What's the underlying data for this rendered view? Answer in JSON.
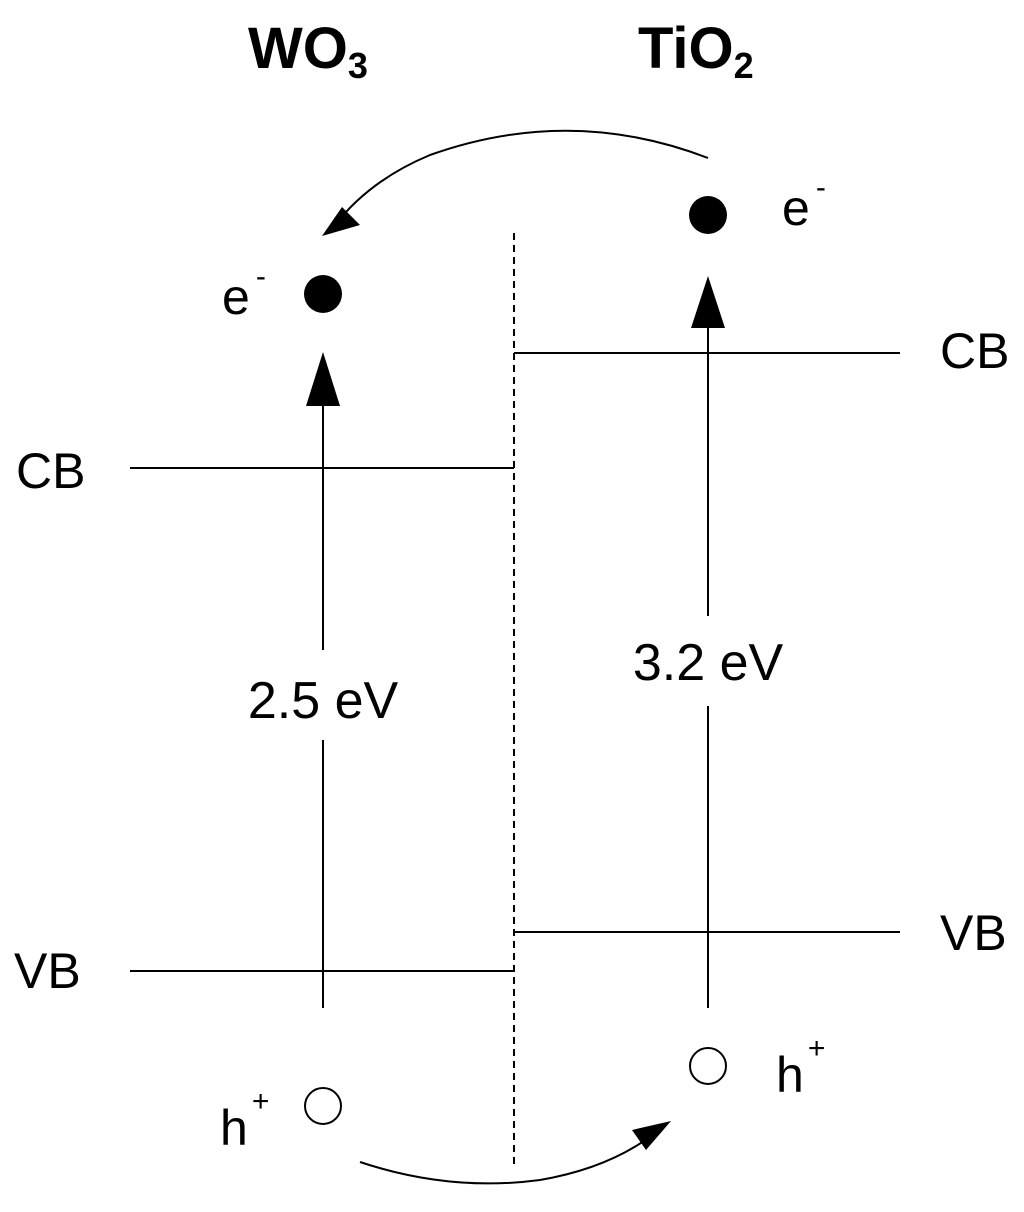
{
  "materials": {
    "left": {
      "name": "WO",
      "subscript": "3"
    },
    "right": {
      "name": "TiO",
      "subscript": "2"
    }
  },
  "bands": {
    "left_cb": "CB",
    "left_vb": "VB",
    "right_cb": "CB",
    "right_vb": "VB"
  },
  "band_gaps": {
    "left": "2.5 eV",
    "right": "3.2 eV"
  },
  "carriers": {
    "electron": "e",
    "electron_charge": "-",
    "hole": "h",
    "hole_charge": "+"
  },
  "colors": {
    "ink": "#000000",
    "background": "#ffffff"
  }
}
